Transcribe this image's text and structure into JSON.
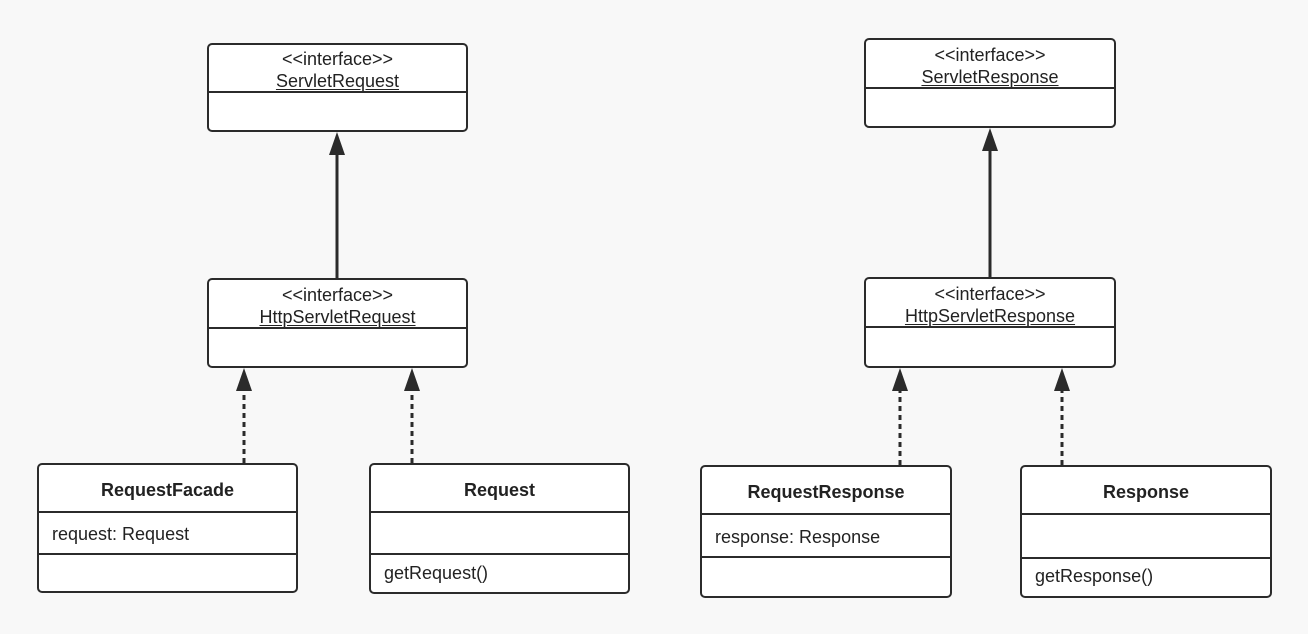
{
  "diagram": {
    "request_side": {
      "servlet_request": {
        "stereotype": "<<interface>>",
        "name": "ServletRequest"
      },
      "http_servlet_request": {
        "stereotype": "<<interface>>",
        "name": "HttpServletRequest"
      },
      "request_facade": {
        "name": "RequestFacade",
        "attribute": "request: Request",
        "method": ""
      },
      "request": {
        "name": "Request",
        "attribute": "",
        "method": "getRequest()"
      }
    },
    "response_side": {
      "servlet_response": {
        "stereotype": "<<interface>>",
        "name": "ServletResponse"
      },
      "http_servlet_response": {
        "stereotype": "<<interface>>",
        "name": "HttpServletResponse"
      },
      "request_response": {
        "name": "RequestResponse",
        "attribute": "response: Response",
        "method": ""
      },
      "response": {
        "name": "Response",
        "attribute": "",
        "method": "getResponse()"
      }
    },
    "colors": {
      "line": "#2b2b2b",
      "background": "#f8f8f8",
      "box": "#ffffff"
    }
  }
}
